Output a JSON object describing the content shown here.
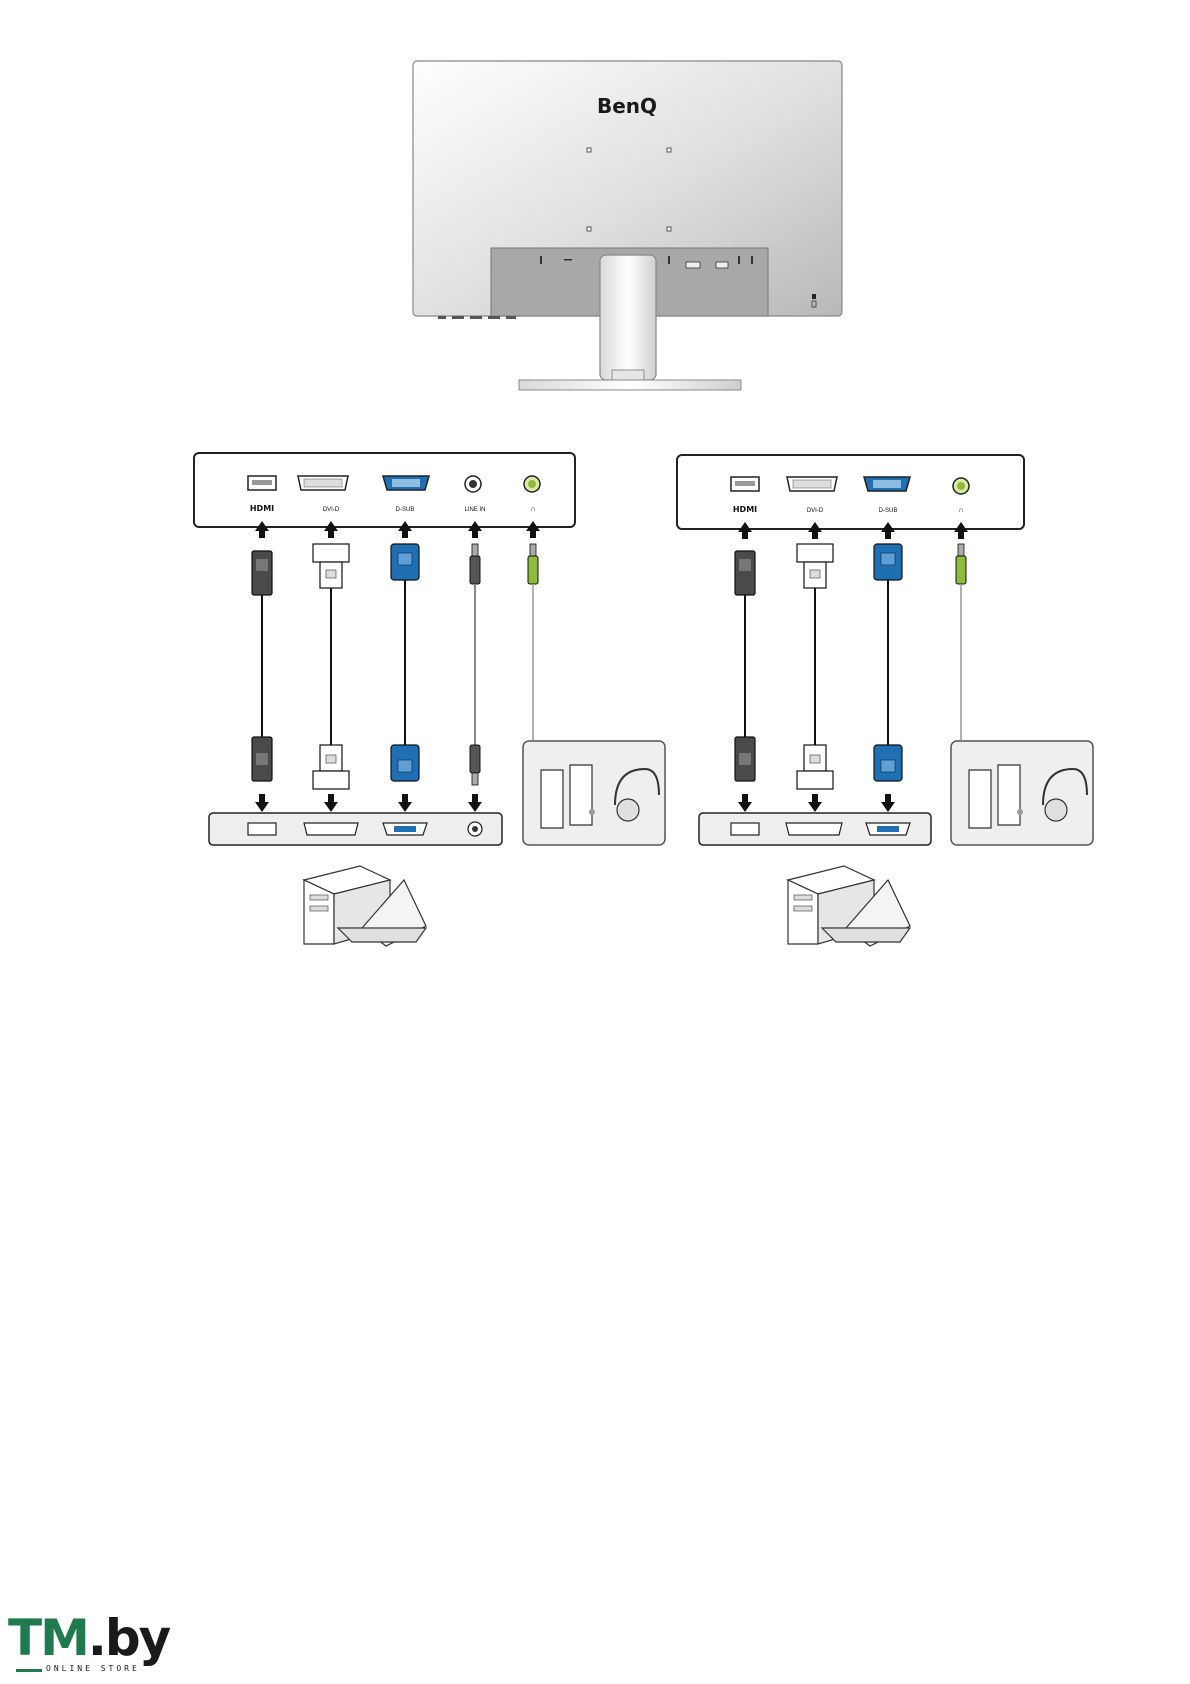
{
  "monitor": {
    "brand": "BenQ"
  },
  "diagrams": [
    {
      "id": "left",
      "ports": [
        {
          "label": "HDMI",
          "type": "hdmi"
        },
        {
          "label": "DVI-D",
          "type": "dvi"
        },
        {
          "label": "D-SUB",
          "type": "dsub"
        },
        {
          "label": "LINE IN",
          "type": "linein"
        },
        {
          "label": "∩",
          "type": "headphone"
        }
      ]
    },
    {
      "id": "right",
      "ports": [
        {
          "label": "HDMI",
          "type": "hdmi"
        },
        {
          "label": "DVI-D",
          "type": "dvi"
        },
        {
          "label": "D-SUB",
          "type": "dsub"
        },
        {
          "label": "∩",
          "type": "headphone"
        }
      ]
    }
  ],
  "colors": {
    "dsub_blue": "#1f6fb5",
    "headphone_green": "#8dbb3a",
    "hdmi_gray": "#4a4a4a",
    "panel_gray": "#eeeeee",
    "monitor_gray": "#c9c9c9"
  },
  "footer": {
    "logo_main": "TM",
    "logo_by": ".by",
    "logo_sub": "ONLINE STORE"
  }
}
